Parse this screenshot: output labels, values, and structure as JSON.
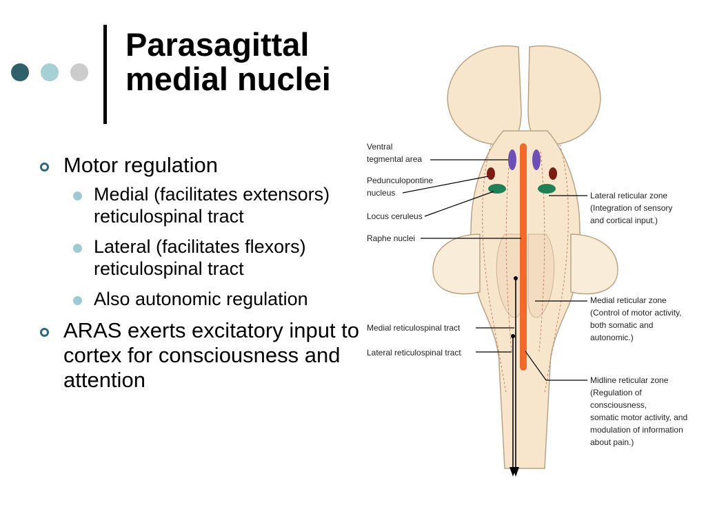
{
  "slide": {
    "title_line1": "Parasagittal",
    "title_line2": "medial nuclei"
  },
  "bullets": [
    {
      "text": "Motor regulation",
      "sub": [
        {
          "text": "Medial (facilitates extensors) reticulospinal tract"
        },
        {
          "text": "Lateral (facilitates flexors) reticulospinal tract"
        },
        {
          "text": "Also autonomic regulation"
        }
      ]
    },
    {
      "text": "ARAS exerts excitatory input to cortex for consciousness and attention"
    }
  ],
  "diagram": {
    "labels_left": {
      "vta_1": "Ventral",
      "vta_2": "tegmental area",
      "ppn_1": "Pedunculopontine",
      "ppn_2": "nucleus",
      "lc": "Locus ceruleus",
      "raphe": "Raphe nuclei",
      "mrt": "Medial reticulospinal tract",
      "lrt": "Lateral reticulospinal tract"
    },
    "labels_right": {
      "lat_1": "Lateral reticular zone",
      "lat_2": "(Integration of sensory",
      "lat_3": "and cortical input.)",
      "med_1": "Medial reticular zone",
      "med_2": "(Control of motor activity,",
      "med_3": "both somatic and",
      "med_4": "autonomic.)",
      "mid_1": "Midline reticular zone",
      "mid_2": "(Regulation of",
      "mid_3": "consciousness,",
      "mid_4": "somatic motor activity, and",
      "mid_5": "modulation of information",
      "mid_6": "about pain.)"
    },
    "colors": {
      "tissue": "#f7e6cc",
      "tissue_edge": "#b9a385",
      "midline": "#f26a2a",
      "vta": "#6e4fb5",
      "ppn": "#7a1e14",
      "lc": "#1f7f55"
    }
  }
}
